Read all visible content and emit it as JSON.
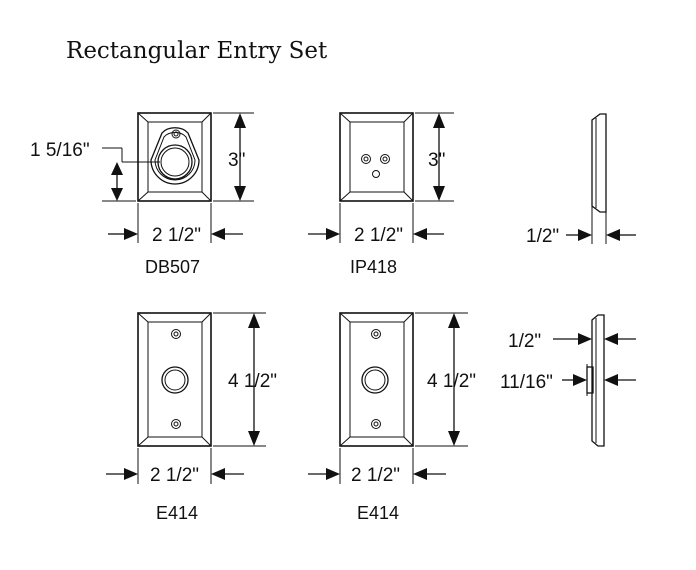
{
  "title": "Rectangular Entry Set",
  "labels": {
    "db507_name": "DB507",
    "db507_height": "3\"",
    "db507_width": "2 1/2\"",
    "db507_circle": "1 5/16\"",
    "ip418_name": "IP418",
    "ip418_height": "3\"",
    "ip418_width": "2 1/2\"",
    "side_top_depth": "1/2\"",
    "e414a_name": "E414",
    "e414a_height": "4 1/2\"",
    "e414a_width": "2 1/2\"",
    "e414b_name": "E414",
    "e414b_height": "4 1/2\"",
    "e414b_width": "2 1/2\"",
    "side_bottom_depth1": "1/2\"",
    "side_bottom_depth2": "11/16\""
  }
}
